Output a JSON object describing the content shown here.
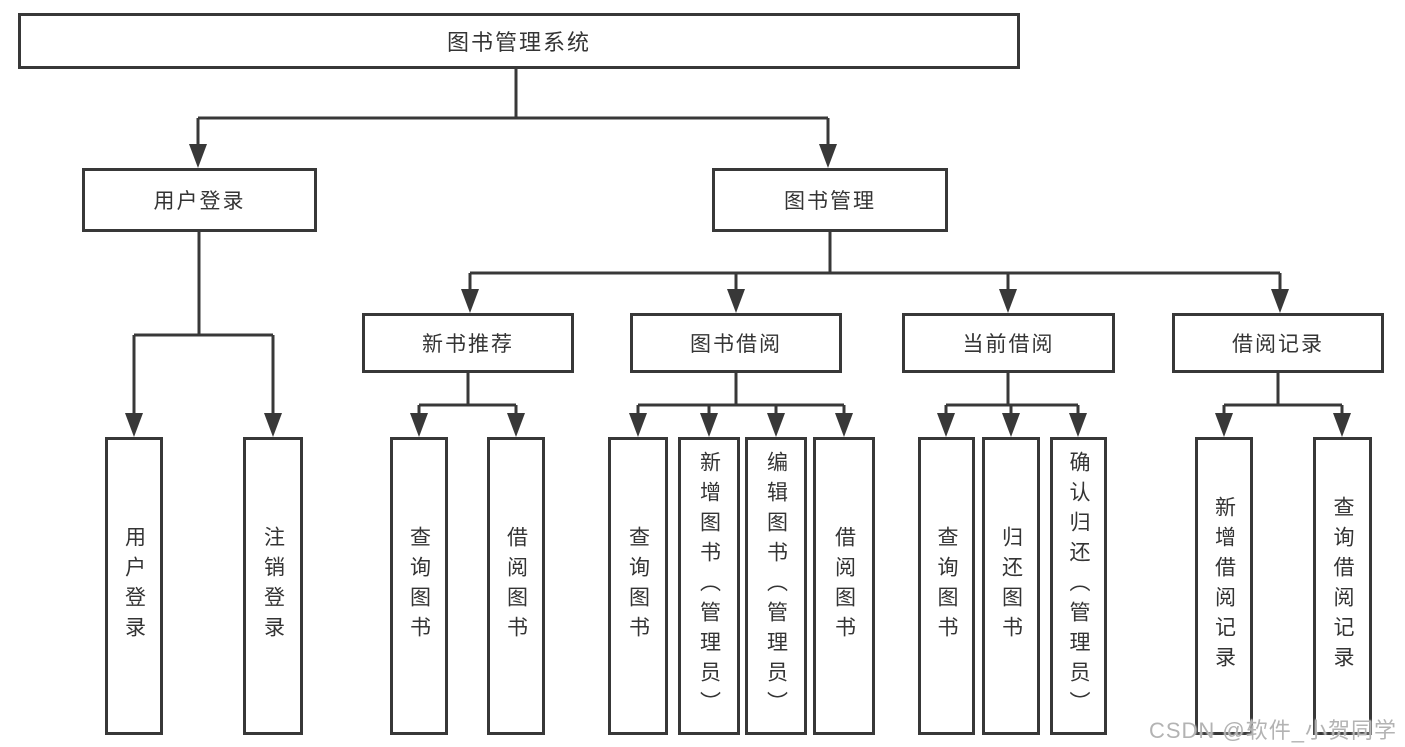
{
  "diagram": {
    "root": {
      "label": "图书管理系统"
    },
    "level2": [
      {
        "label": "用户登录"
      },
      {
        "label": "图书管理"
      }
    ],
    "level3": [
      {
        "label": "新书推荐"
      },
      {
        "label": "图书借阅"
      },
      {
        "label": "当前借阅"
      },
      {
        "label": "借阅记录"
      }
    ],
    "leaves": {
      "user": [
        "用户登录",
        "注销登录"
      ],
      "recommend": [
        "查询图书",
        "借阅图书"
      ],
      "borrow": [
        "查询图书",
        "新增图书（管理员）",
        "编辑图书（管理员）",
        "借阅图书"
      ],
      "current": [
        "查询图书",
        "归还图书",
        "确认归还（管理员）"
      ],
      "records": [
        "新增借阅记录",
        "查询借阅记录"
      ]
    }
  },
  "watermark": "CSDN @软件_小贺同学",
  "colors": {
    "line": "#383838",
    "box_border": "#383838",
    "text": "#343434",
    "watermark": "#b3b3b3",
    "background": "#ffffff"
  }
}
